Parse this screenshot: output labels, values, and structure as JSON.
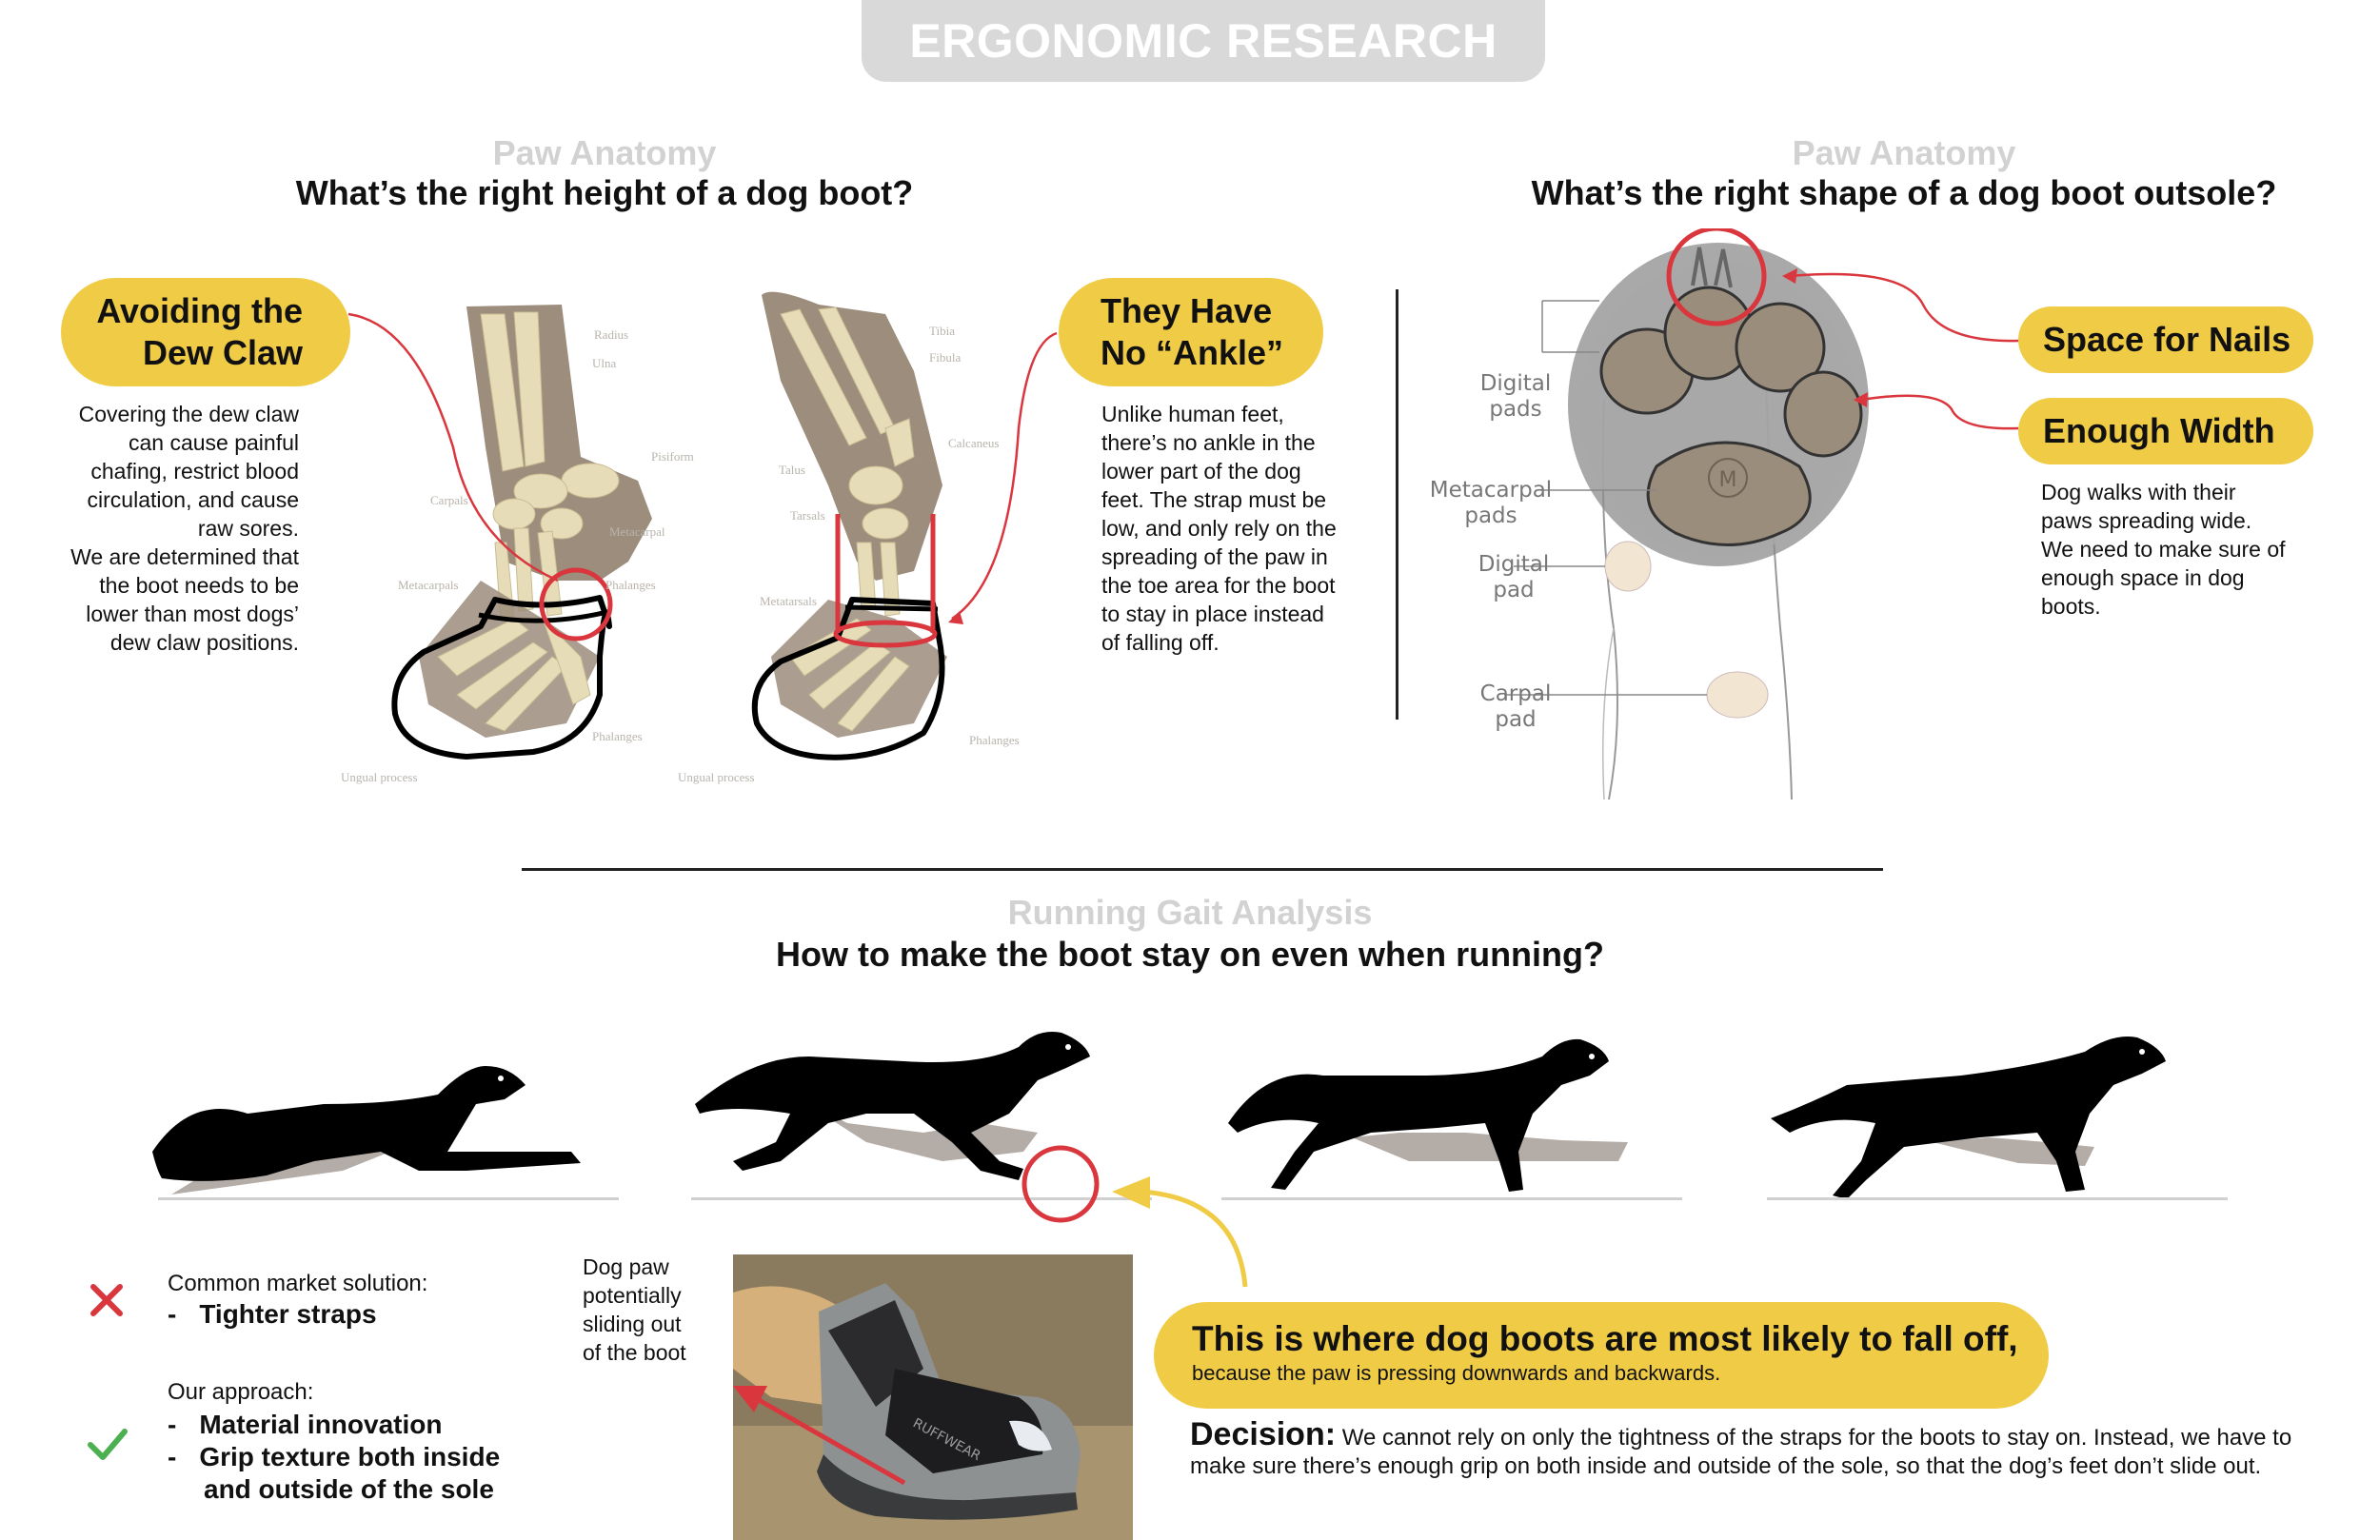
{
  "header": {
    "title": "ERGONOMIC RESEARCH"
  },
  "section_height": {
    "kicker": "Paw Anatomy",
    "question": "What’s the right height of a dog boot?",
    "dew_claw": {
      "title_line1": "Avoiding the",
      "title_line2": "Dew Claw",
      "body": [
        "Covering the dew claw",
        "can cause painful",
        "chafing, restrict blood",
        "circulation, and cause",
        "raw sores.",
        "We are determined that",
        "the boot needs to be",
        "lower than most dogs’",
        "dew claw positions."
      ]
    },
    "no_ankle": {
      "title_line1": "They Have",
      "title_line2": "No “Ankle”",
      "body": [
        "Unlike human feet,",
        "there’s no ankle in the",
        "lower part of the dog",
        "feet. The strap must be",
        "low, and only rely on the",
        "spreading of the paw in",
        "the toe area for the boot",
        "to stay in place instead",
        "of falling off."
      ]
    },
    "bone_labels_left": {
      "radius": "Radius",
      "ulna": "Ulna",
      "pisiform": "Pisiform",
      "carpals": "Carpals",
      "metacarpal": "Metacarpal",
      "metacarpals": "Metacarpals",
      "phalanges_top": "Phalanges",
      "phalanges_bottom": "Phalanges",
      "ungual": "Ungual process"
    },
    "bone_labels_right": {
      "tibia": "Tibia",
      "fibula": "Fibula",
      "calcaneus": "Calcaneus",
      "talus": "Talus",
      "tarsals": "Tarsals",
      "metatarsals": "Metatarsals",
      "phalanges": "Phalanges",
      "ungual": "Ungual process"
    }
  },
  "section_shape": {
    "kicker": "Paw Anatomy",
    "question": "What’s the right shape of a dog boot outsole?",
    "callout_nails": "Space for Nails",
    "callout_width": "Enough Width",
    "body": [
      "Dog walks with their",
      "paws spreading wide.",
      "We need to make sure of",
      "enough space in dog",
      "boots."
    ],
    "pad_labels": {
      "digital_pads_1": "Digital",
      "digital_pads_2": "pads",
      "metacarpal_pads_1": "Metacarpal",
      "metacarpal_pads_2": "pads",
      "digital_pad_1": "Digital",
      "digital_pad_2": "pad",
      "carpal_pad_1": "Carpal",
      "carpal_pad_2": "pad",
      "logo_letter": "M"
    }
  },
  "section_gait": {
    "kicker": "Running Gait Analysis",
    "question": "How to make the boot stay on even when running?",
    "photo_caption": [
      "Dog paw",
      "potentially",
      "sliding out",
      "of the boot"
    ],
    "photo_brand": "RUFFWEAR",
    "common_label": "Common market solution:",
    "common_items": [
      "Tighter straps"
    ],
    "approach_label": "Our approach:",
    "approach_items": [
      "Material innovation",
      "Grip texture both inside",
      "and outside of the sole"
    ],
    "bullet_dash": "-",
    "callout_title": "This is where dog boots are most likely to fall off,",
    "callout_sub": "because the paw is pressing downwards and backwards.",
    "decision_label": "Decision:",
    "decision_text_line1": "We cannot rely on only the tightness of the straps for the boots to stay on. Instead, we have to",
    "decision_text_line2": "make sure there’s enough grip on both inside and outside of the sole, so that the dog’s feet don’t slide out."
  },
  "colors": {
    "accent_yellow": "#f0cc46",
    "alert_red": "#d9363e",
    "check_green": "#4caf50",
    "kicker_gray": "#d2d2d2"
  }
}
